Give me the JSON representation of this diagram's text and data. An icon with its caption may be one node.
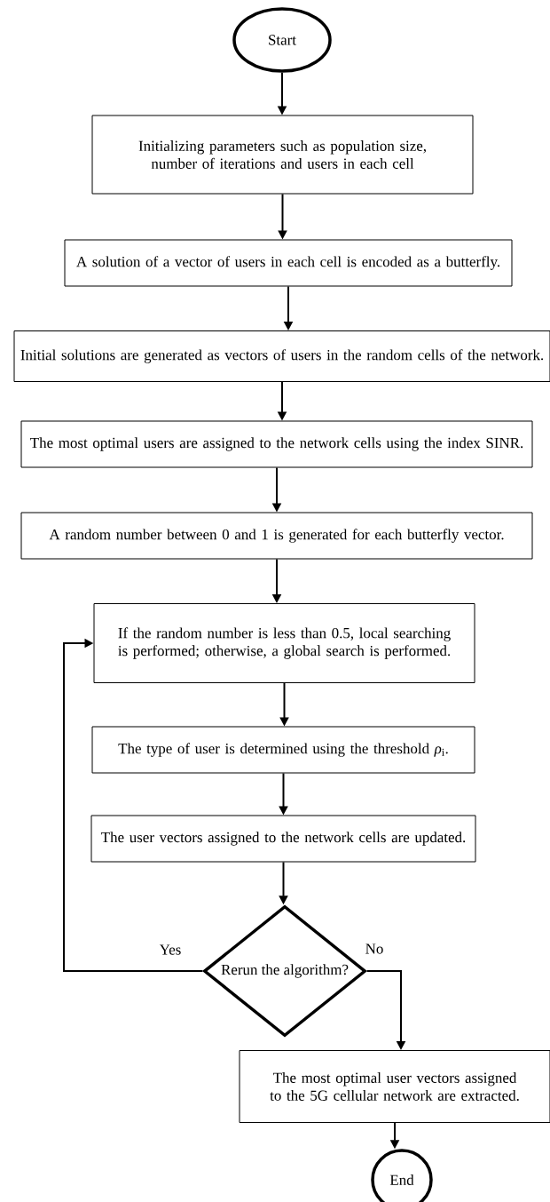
{
  "diagram": {
    "nodes": [
      {
        "text": [
          "Start"
        ]
      },
      {
        "text": [
          "Initializing parameters such as population size, number of iterations and users in each cell"
        ]
      },
      {
        "text": [
          "A solution of a vector of users in each cell is encoded as a butterfly."
        ]
      },
      {
        "text": [
          "Initial solutions are generated as vectors of users in the random cells of the network."
        ]
      },
      {
        "text": [
          "The most optimal users are assigned to the network cells using the index SINR."
        ]
      },
      {
        "text": [
          "A random number between 0 and 1 is generated for each butterfly vector."
        ]
      },
      {
        "text": [
          "If the random number is less than 0.5, local searching  is performed; otherwise, a global search is performed."
        ]
      },
      {
        "text": [
          "The type of user is determined using the threshold *ρ*$_{i}$."
        ]
      },
      {
        "text": [
          "The user vectors assigned to the network cells are updated."
        ]
      },
      {
        "text": [
          "Rerun the algorithm?"
        ]
      },
      {
        "text": [
          "The most optimal user vectors assigned to the 5G cellular network are extracted."
        ]
      },
      {
        "text": [
          "End"
        ]
      }
    ],
    "edges": [
      {
        "from": 0,
        "to": 1,
        "arrow": "to"
      },
      {
        "from": 1,
        "to": 2,
        "arrow": "to"
      },
      {
        "from": 2,
        "to": 3,
        "arrow": "to"
      },
      {
        "from": 3,
        "to": 4,
        "arrow": "to"
      },
      {
        "from": 4,
        "to": 5,
        "arrow": "to"
      },
      {
        "from": 5,
        "to": 6,
        "arrow": "to"
      },
      {
        "from": 6,
        "to": 7,
        "arrow": "to"
      },
      {
        "from": 7,
        "to": 8,
        "arrow": "to"
      },
      {
        "from": 8,
        "to": 9,
        "arrow": "to"
      },
      {
        "from": 9,
        "to": 6,
        "arrow": "to",
        "label": "Yes"
      },
      {
        "from": 9,
        "to": 10,
        "arrow": "to",
        "label": "No"
      },
      {
        "from": 10,
        "to": 11,
        "arrow": "to"
      }
    ]
  }
}
